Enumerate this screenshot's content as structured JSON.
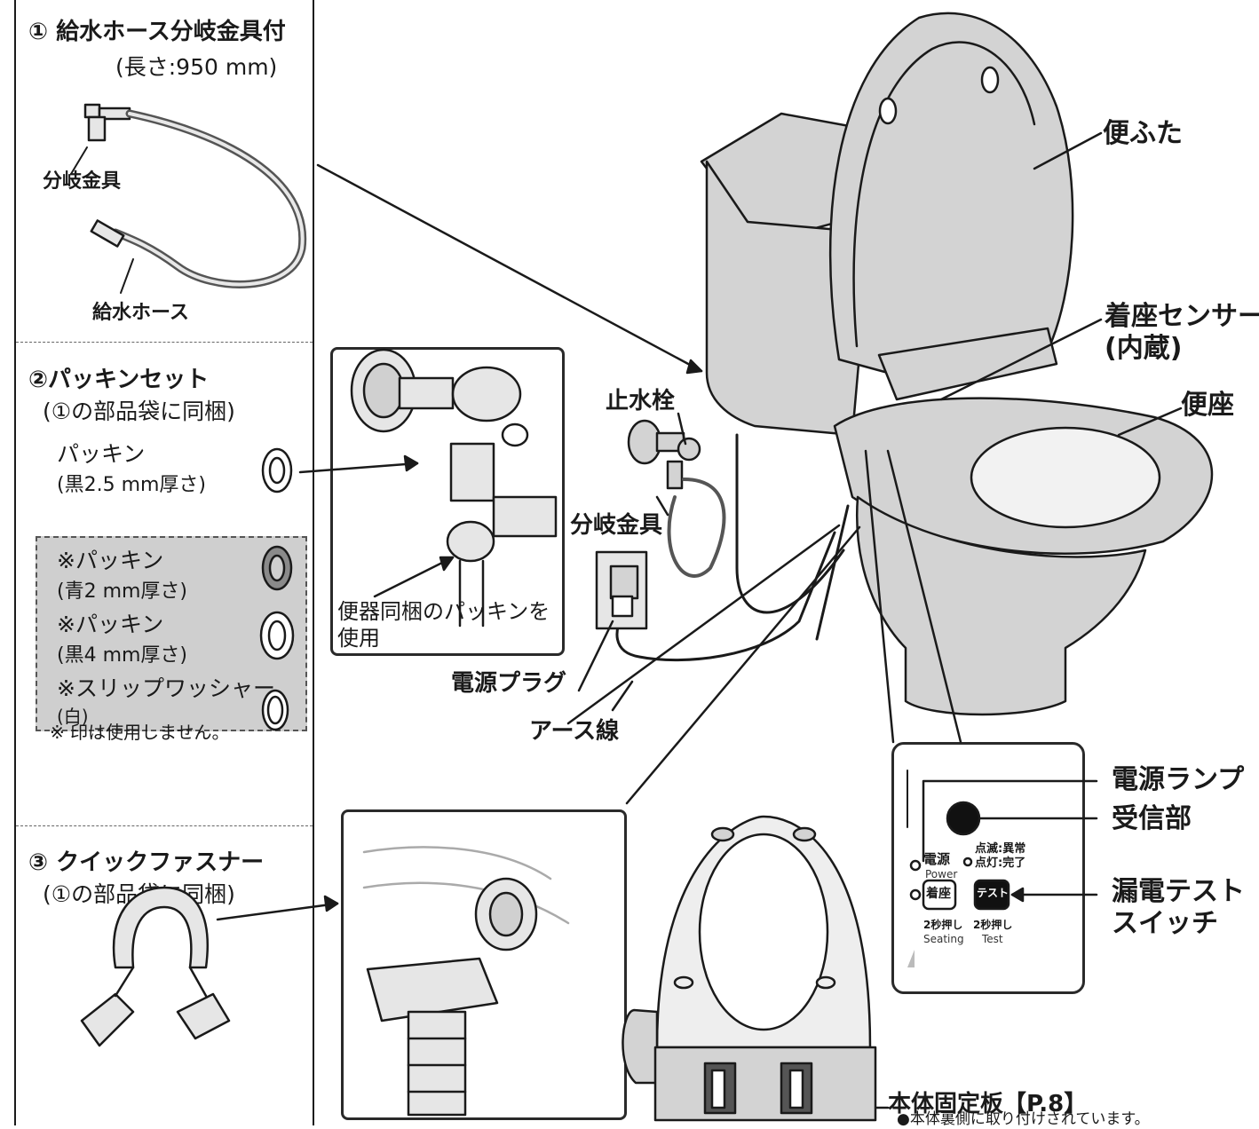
{
  "sidebar": {
    "s1_title": "① 給水ホース分岐金具付",
    "s1_sub": "(長さ:950 mm)",
    "s1_branch": "分岐金具",
    "s1_hose": "給水ホース",
    "s2_title": "②パッキンセット",
    "s2_sub": "(①の部品袋に同梱)",
    "packing_name": "パッキン",
    "packing_spec": "(黒2.5 mm厚さ)",
    "gray": {
      "item1_name": "※パッキン",
      "item1_spec": "(青2 mm厚さ)",
      "item2_name": "※パッキン",
      "item2_spec": "(黒4 mm厚さ)",
      "item3_name": "※スリップワッシャー",
      "item3_spec": "(白)",
      "note": "※ 印は使用しません。"
    },
    "s3_title": "③ クイックファスナー",
    "s3_sub": "(①の部品袋に同梱)"
  },
  "inset_valve": {
    "note_line1": "便器同梱のパッキンを",
    "note_line2": "使用"
  },
  "labels": {
    "stop_valve": "止水栓",
    "branch_fitting": "分岐金具",
    "power_plug": "電源プラグ",
    "ground_wire": "アース線",
    "lid": "便ふた",
    "seat_sensor_1": "着座センサー",
    "seat_sensor_2": "(内蔵)",
    "seat": "便座",
    "power_lamp": "電源ランプ",
    "receiver": "受信部",
    "leak_test_1": "漏電テスト",
    "leak_test_2": "スイッチ",
    "mount_plate": "本体固定板【P.8】",
    "mount_plate_note": "●本体裏側に取り付けされています。"
  },
  "panel": {
    "power_jp": "電源",
    "power_en": "Power",
    "blink": "点滅:異常",
    "lit": "点灯:完了",
    "seating_btn": "着座",
    "test_btn": "テスト",
    "hold2s_a": "2秒押し",
    "seating_en": "Seating",
    "hold2s_b": "2秒押し",
    "test_en": "Test"
  },
  "colors": {
    "line": "#1a1a1a",
    "toilet_fill": "#d3d3d3",
    "gray_box": "#cfcfcf",
    "panel_button": "#111111"
  }
}
